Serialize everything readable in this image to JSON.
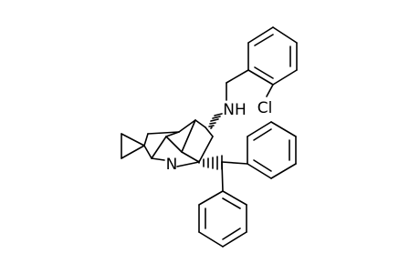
{
  "structure": {
    "atom_labels": {
      "nh": "NH",
      "n": "N",
      "cl": "Cl"
    }
  }
}
